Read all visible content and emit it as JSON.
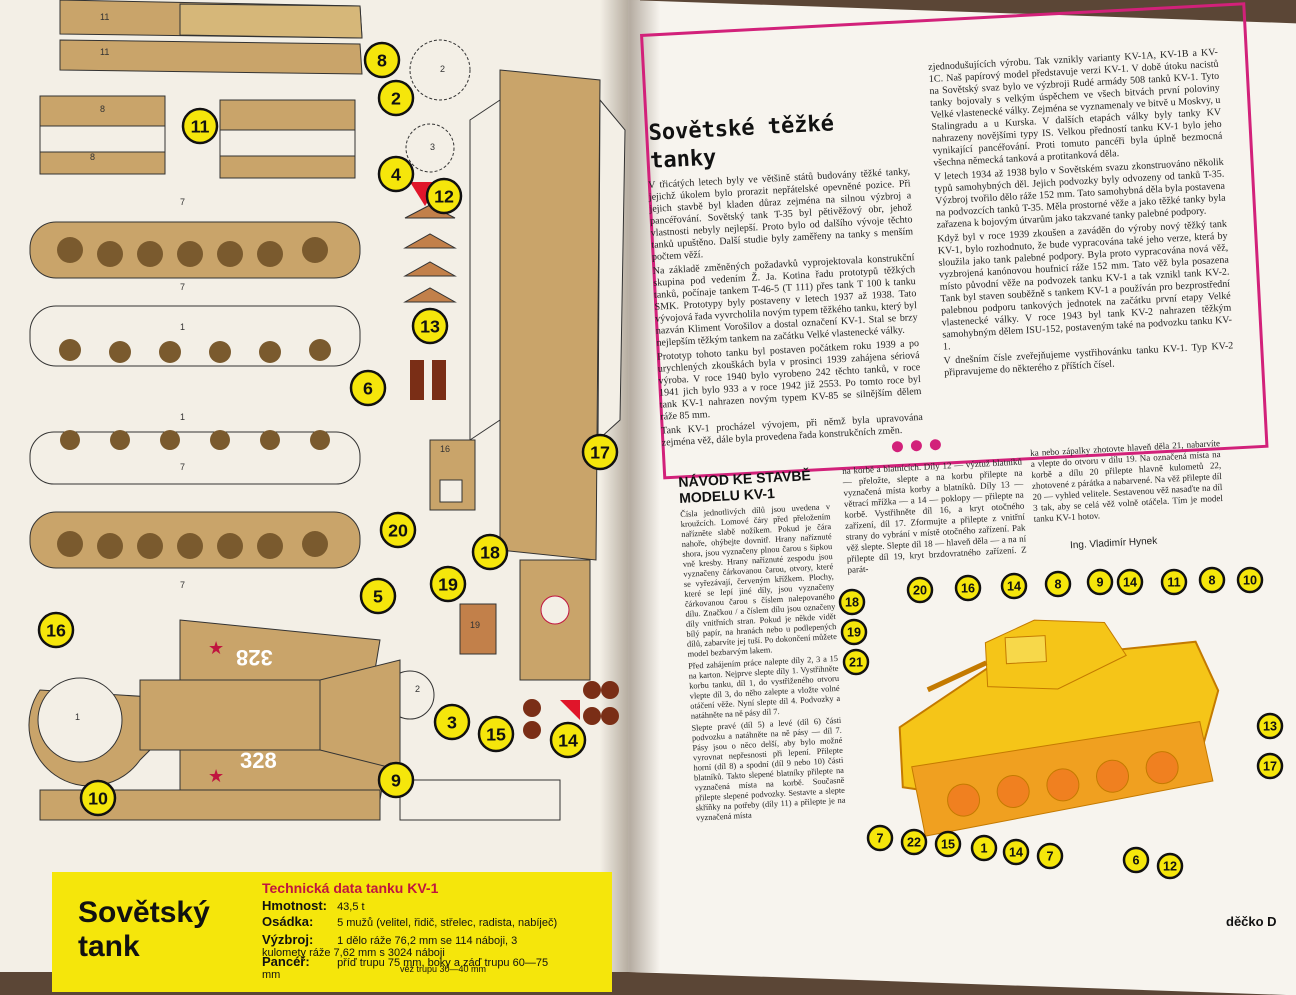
{
  "left_page": {
    "part_numbers": [
      "8",
      "2",
      "11",
      "4",
      "12",
      "13",
      "6",
      "20",
      "18",
      "19",
      "5",
      "16",
      "3",
      "15",
      "14",
      "9",
      "10",
      "17"
    ],
    "outline_labels": [
      "11",
      "11",
      "8",
      "8",
      "7",
      "7",
      "1",
      "1",
      "7",
      "7",
      "2",
      "3",
      "16",
      "19",
      "2",
      "1"
    ],
    "turret_numbers": [
      "328",
      "328"
    ],
    "tech_box": {
      "title_line1": "Sovětský",
      "title_line2": "tank",
      "heading": "Technická data tanku KV-1",
      "rows": [
        {
          "label": "Hmotnost:",
          "value": "43,5 t"
        },
        {
          "label": "Osádka:",
          "value": "5 mužů (velitel, řidič, střelec, radista, nabíječ)"
        },
        {
          "label": "Výzbroj:",
          "value": "1 dělo ráže 76,2 mm se 114 náboji, 3 kulomety ráže 7,62 mm s 3024 náboji"
        },
        {
          "label": "Pancéř:",
          "value": "příď trupu 75 mm, boky a záď trupu 60—75 mm"
        }
      ],
      "extra_line": "věž trupu 30—40 mm"
    }
  },
  "right_page": {
    "article_title_line1": "Sovětské těžké",
    "article_title_line2": "tanky",
    "col1": "V třicátých letech byly ve většině států budovány těžké tanky, jejichž úkolem bylo prorazit nepřátelské opevněné pozice. Při jejich stavbě byl kladen důraz zejména na silnou výzbroj a pancéřování. Sovětský tank T-35 byl pětivěžový obr, jehož vlastnosti nebyly nejlepší. Proto bylo od dalšího vývoje těchto tanků upuštěno. Další studie byly zaměřeny na tanky s menším počtem věží.",
    "col1b": "Na základě změněných požadavků vyprojektovala konstrukční skupina pod vedením Ž. Ja. Kotina řadu prototypů těžkých tanků, počínaje tankem T-46-5 (T 111) přes tank T 100 k tanku SMK. Prototypy byly postaveny v letech 1937 až 1938. Tato vývojová řada vyvrcholila novým typem těžkého tanku, který byl nazván Kliment Vorošilov a dostal označení KV-1. Stal se brzy nejlepším těžkým tankem na začátku Velké vlastenecké války.",
    "col1c": "Prototyp tohoto tanku byl postaven počátkem roku 1939 a po urychlených zkouškách byla v prosinci 1939 zahájena sériová výroba. V roce 1940 bylo vyrobeno 242 těchto tanků, v roce 1941 jich bylo 933 a v roce 1942 již 2553. Po tomto roce byl tank KV-1 nahrazen novým typem KV-85 se silnějším dělem ráže 85 mm.",
    "col1d": "Tank KV-1 procházel vývojem, při němž byla upravována zejména věž, dále byla provedena řada konstrukčních změn.",
    "col2": "zjednodušujících výrobu. Tak vznikly varianty KV-1A, KV-1B a KV-1C. Naš papírový model představuje verzi KV-1. V době útoku nacistů na Sovětský svaz bylo ve výzbroji Rudé armády 508 tanků KV-1. Tyto tanky bojovaly s velkým úspěchem ve všech bitvách první poloviny Velké vlastenecké války. Zejména se vyznamenaly ve bitvě u Moskvy, u Stalingradu a u Kurska. V dalších etapách války byly tanky KV nahrazeny novějšími typy IS. Velkou předností tanku KV-1 bylo jeho vynikající pancéřování. Proti tomuto pancéři byla úplně bezmocná všechna německá tanková a protitanková děla.",
    "col2b": "V letech 1934 až 1938 bylo v Sovětském svazu zkonstruováno několik typů samohybných děl. Jejich podvozky byly odvozeny od tanků T-35. Výzbroj tvořilo dělo ráže 152 mm. Tato samohybná děla byla postavena na podvozcích tanků T-35. Měla prostorné věže a jako těžké tanky byla zařazena k bojovým útvarům jako takzvané tanky palebné podpory.",
    "col2c": "Když byl v roce 1939 zkoušen a zaváděn do výroby nový těžký tank KV-1, bylo rozhodnuto, že bude vypracována také jeho verze, která by sloužila jako tank palebné podpory. Byla proto vypracována nová věž, vyzbrojená kanónovou houfnicí ráže 152 mm. Tato věž byla posazena místo původní věže na podvozek tanku KV-1 a tak vznikl tank KV-2. Tank byl staven souběžně s tankem KV-1 a používán pro bezprostřední palebnou podporu tankových jednotek na začátku první etapy Velké vlastenecké války. V roce 1943 byl tank KV-2 nahrazen těžkým samohybným dělem ISU-152, postaveným také na podvozku tanku KV-1.",
    "col2d": "V dnešním čísle zveřejňujeme vystřihovánku tanku KV-1. Typ KV-2 připravujeme do některého z příštích čísel.",
    "guide_title_line1": "NÁVOD KE STAVBĚ",
    "guide_title_line2": "MODELU KV-1",
    "guide1": "Čísla jednotlivých dílů jsou uvedena v kroužcích. Lomové čáry před přeložením nařízněte slabě nožíkem. Pokud je čára nahoře, ohýbejte dovnitř. Hrany naříznuté shora, jsou vyznačeny plnou čarou s šipkou vně kresby. Hrany naříznuté zespodu jsou vyznačeny čárkovanou čarou, otvory, které se vyřezávají, červeným křížkem. Plochy, které se lepí jiné díly, jsou vyznačeny čárkovanou čarou s číslem nalepovaného dílu. Značkou / a číslem dílu jsou označeny díly vnitřních stran. Pokud je někde vidět bílý papír, na hranách nebo u podlepených dílů, zabarvíte jej tuší. Po dokončení můžete model bezbarvým lakem.",
    "guide1b": "Před zahájením práce nalepte díly 2, 3 a 15 na karton. Nejprve slepte díly 1. Vystřihněte korbu tanku, díl 1, do vystřiženého otvoru vlepte díl 3, do něho zalepte a vložte volné otáčení věže. Nyní slepte díl 4. Podvozky a natáhněte na ně pásy díl 7.",
    "guide1c": "Slepte pravé (díl 5) a levé (díl 6) části podvozku a natáhněte na ně pásy — díl 7. Pásy jsou o něco delší, aby bylo možné vyrovnat nepřesnosti při lepení. Přilepte horní (díl 8) a spodní (díl 9 nebo 10) části blatníků. Takto slepené blatníky přilepte na vyznačená místa na korbě. Současně přilepte slepené podvozky. Sestavte a slepte skříňky na potřeby (díly 11) a přilepte je na vyznačená místa",
    "guide2": "na korbě a blatnících. Díly 12 — výztuž blatníků — přeložte, slepte a na korbu přilepte na vyznačená místa korby a blatníků. Díly 13 — větrací mřížka — a 14 — poklopy — přilepte na korbě. Vystřihněte díl 16, a kryt otočného zařízení, díl 17. Zformujte a přilepte z vnitřní strany do vybrání v místě otočného zařízení. Pak věž slepte. Slepte díl 18 — hlaveň děla — a na ní přilepte díl 19, kryt brzdovratného zařízení. Z parát-",
    "guide3": "ka nebo zápalky zhotovte hlaveň děla 21, nabarvíte a vlepte do otvoru v dílu 19. Na označená místa na korbě a dílu 20 přilepte hlavně kulometů 22, zhotovené z párátka a nabarvené. Na věž přilepte díl 20 — vyhled velitele. Sestavenou věž nasaďte na díl 3 tak, aby se celá věž volně otáčela. Tím je model tanku KV-1 hotov.",
    "author": "Ing. Vladimír Hynek",
    "diagram_numbers_top": [
      "20",
      "16",
      "14",
      "8",
      "9",
      "14",
      "11",
      "8",
      "10"
    ],
    "diagram_numbers_left": [
      "18",
      "19",
      "21"
    ],
    "diagram_numbers_bottom": [
      "7",
      "22",
      "15",
      "1",
      "14",
      "7",
      "6",
      "12"
    ],
    "diagram_numbers_right": [
      "13",
      "17"
    ],
    "footer": "děčko D"
  }
}
